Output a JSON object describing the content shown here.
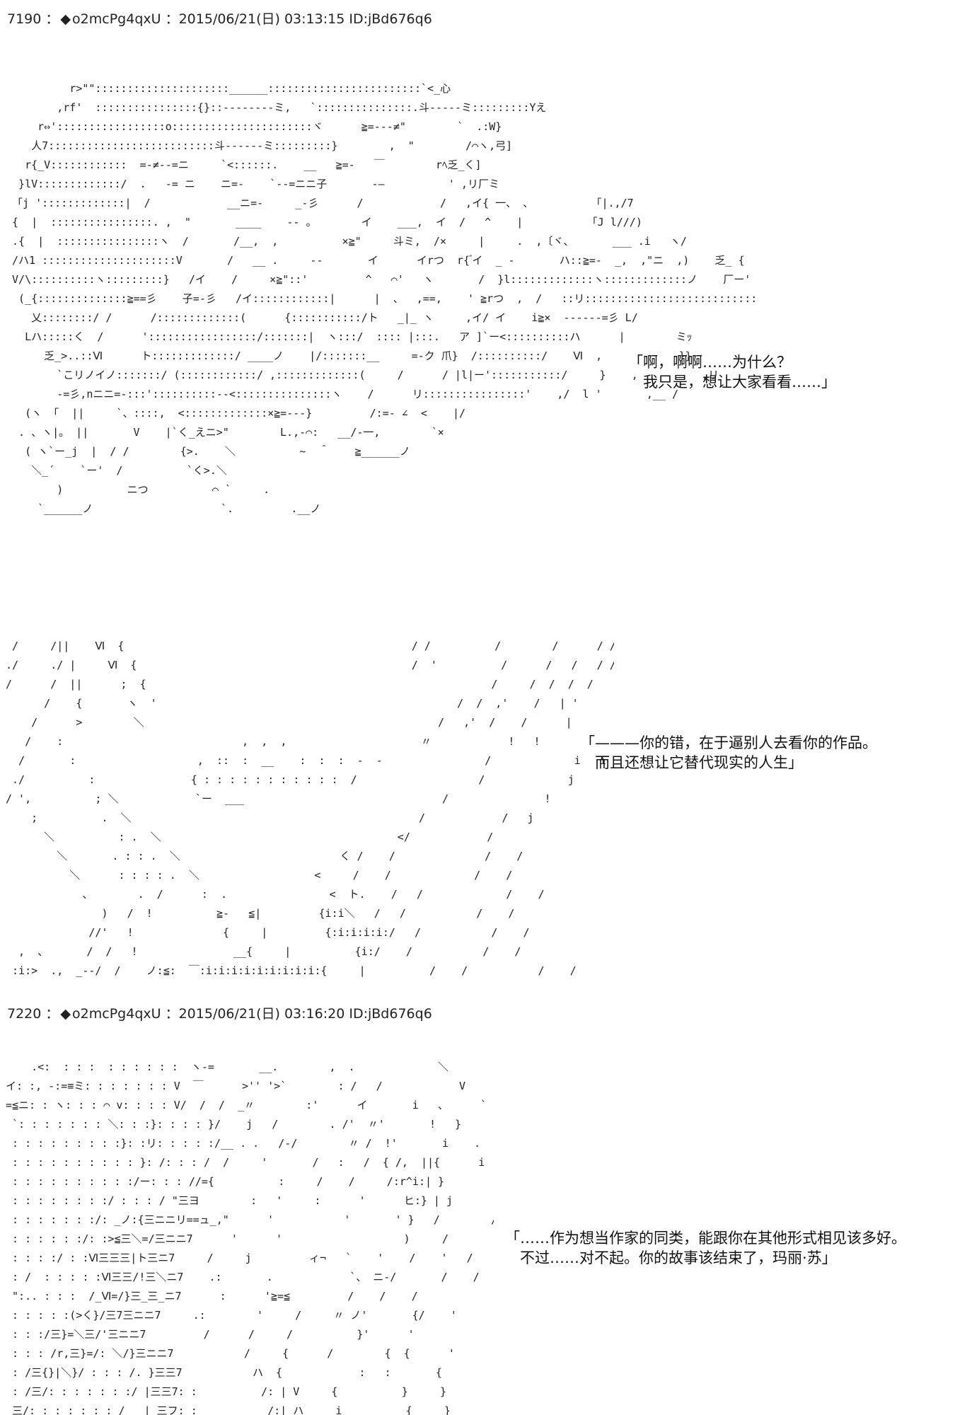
{
  "posts": [
    {
      "number": "7190",
      "separator": "：",
      "diamond": "◆",
      "trip": "o2mcPg4qxU",
      "date": "：2015/06/21(日) 03:13:15",
      "id": "ID:jBd676q6"
    },
    {
      "number": "7220",
      "separator": "：",
      "diamond": "◆",
      "trip": "o2mcPg4qxU",
      "date": "：2015/06/21(日) 03:16:20",
      "id": "ID:jBd676q6"
    }
  ],
  "dialogues": [
    {
      "line1": "「啊，啊啊……为什么？",
      "line2": "　我只是，想让大家看看……」"
    },
    {
      "line1": "「———你的错，在于逼别人去看你的作品。",
      "line2": "　而且还想让它替代现实的人生」"
    },
    {
      "line1": "「……作为想当作家的同类，能跟你在其他形式相见该多好。",
      "line2": "　不过……对不起。你的故事该结束了，玛丽·苏」"
    }
  ],
  "art": {
    "block1": "          r>\"\":::::::::::::::::::::______::::::::::::::::::::::::`<_心\n        ,rf'  ::::::::::::::::{}::--------ミ,   `:::::::::::::::.斗-----ミ:::::::::Yえ\n     r⇔':::::::::::::::::o::::::::::::::::::::::ヾ      ≧=---≠\"        `  .:W}\n    人7::::::::::::::::::::::::::斗------ミ:::::::::}        ,  \"        /⌒ヽ,弓]\n   r{_V::::::::::::  =-≠--=ニ     `<::::::.    __   ≧=-   ￣        rﾍ乏_く]\n  }lV:::::::::::::/  .   -= ニ    ニ=-    `--=ニニ子       -―          ' ,リ厂ミ\n 「j ':::::::::::::|  /            __ニ=-     _-彡      /            /   ,イ{ 一、 、         「|.,/7\n {  |  ::::::::::::::::. ,  \"       ____    -- 。       イ    ___,  イ  /   ^    |          「J l///)\n .{  |  ::::::::::::::::ヽ  /       /__,  ,          ×≧\"     斗ミ,  /×     |     .  ,〔ヾ、      ___ .i   ヽ/\n /ハ1 :::::::::::::::::::::V       /   __ .     --       イ      イrつ  r{ ゙イ  _ -       ハ::≧=-  _,  ,\"ニ  ,)    乏_ { \n V/\\::::::::::ヽ:::::::::}   /イ    /     ×≧\"::'         ^   ⌒'   ヽ       /  }l:::::::::::::ヽ:::::::::::::ノ    厂ー'\n  (_{::::::::::::::≧==彡    子=-彡   /イ::::::::::::|      |  、  ,==,    ' ≧rつ  ,  /   ::リ:::::::::::::::::::::::::::::ノ    r\n    乂::::::::/ /      /:::::::::::::(      {:::::::::::/ト   _|_ ヽ     ,イ/ イ    i≧×  ------=彡 L/\n   Lハ:::::く  /      ':::::::::::::::::/:::::::|  ヽ:::/  :::: |:::.   ア ]`ー<::::::::::ハ      |        ミｯ\n      乏_>..::Ⅵ      ト:::::::::::::/ ____ノ    |/:::::::__     =-ク 爪}  /::::::::::/    Ⅵ  ,            }}\n        `こリノイノ:::::::/ (::::::::::::/ ,:::::::::::::(     /      / |l|ー':::::::::::/     }    ,          ,リ\n        -=彡,nニニ=-:::'::::::::::--<:::::::::::::::ヽ    /      リ::::::::::::::::'    ,/  l '       ,__ /\n   (ヽ 「  ||     `、::::,  <:::::::::::::×≧=---}         /:=- ∠  <    |/\n  . 、ヽ|。 ||       V    |`く_えニ>\"        L.,-⌒:   __/-一,        `×\n   ( ヽ`ー_j  |  / /        {>.    ＼          ~  ＾    ≧______ノ\n    ＼_´    `ー'  /          `く>.＼\n        )          ニつ          ⌒ `     .\n     `______ノ                    `.         .__ノ",
    "block2": " /     /||    Ⅵ  {                                             / /          /        /      / / /\n./     ./ |     Ⅵ  {                                           /  '          /      /   /   / /\n/      /  ||      ;  {                                                      /     /  /  /  /\n      /    {       ヽ  '                                               /  /  ,'    /   | '\n    /      >        ＼                                              /   ,'  /    /      |\n   /    :                            ,  ,  ,                     〃            !   !\n  /       :                   ,  ::  :  __    :  :  :  -  -                /             i   i\n ./          :               { : : : : : : : : : : :  /                   /             j\n/ ',          ; ＼            `ー  ___                               /               !\n    ;          .  ＼                                             /            /   j\n      ＼          : .  ＼                                     </            /\n        ＼       . : : .  ＼                         く /    /              /    /\n          ＼      : : : : .  ＼                  <     /    /             /    /\n            、       .  /      :  .                <  ト.    /   /             /    /\n               )   /  !          ≧-   ≦|         {i:i＼   /   /           /    /\n             //'   !              {     |         {:i:i:i:i:/   /           /    /\n  ,  、      /  /   !               __{     |          {i:/    /           /    /\n :i:>  .,  _--/  /    ノ:≦:  ￣:i:i:i:i:i:i:i:i:i:{     |          /    /           /    /",
    "block3": "    .<:  : : :  : : : : : :  ヽ-=       __.        ,  .             ＼\nイ: :, -:=≡ミ: : : : : : : V  ￣      >'' '>`        : /   /            V\n=≦ニ: : ヽ: : : ⌒ v: : : : V/  /  /  _〃        :'      イ       i   、     `\n `: : : : : : : ＼: : :}: : : : }/    j   /        . /'  〃'       !   }        V\n : : : : : : : : :}: :リ: : : : :/__ . .   /-/        〃 /  !'       i    .         !\n : : : : : : : : : : }: /: : : /  /     '       /   :   /  { /,  ||{      i   /        |\n : : : : : : : : : :/ー: : : //={          :     /    /     /:r^i:| }         }     !\n : : : : : : : :/ : : : / \"三ヨ        :   '     :      '      ヒ:} | j\n : : : : : : :/: _ノ:{三ニニリ==ュ_,\"      '           '       ' }   /        /         ,ｼ'\n : : : : : :/: :>≦三＼=/三ニニ7      '      '                   )     /       /   /\n : : : :/ : :Ⅵ三三三|ト三ニ7     /     j         ィ¬   `    '    /    '   /\n : /  : : : : :Ⅵ三三/!三＼ニ7    .:       .            `、 ニ-/       /    /\n \":.. : : :  /_Ⅵ=/}三_三_ニ7      :      '≧=≦         /    /    /\n : : : : :(>く}/三7三ニニ7     .:        '     /     〃 ノ'       {/    '\n : : :/三}=＼三/'三ニニ7         /      /     /          }'      '\n : : : /r,三}=/: ＼/}三ニニ7           /     {      /        {  {      '\n : /三{}|＼}/ : : : /. }三三7           ハ  {            :   :       {\n : /三/: : : : : : :/ |三三7: :          /: | V     {          }     }       |\n 三/: : : : : : : /   | 三フ: :           /:| ハ     i          {     }       |"
  }
}
